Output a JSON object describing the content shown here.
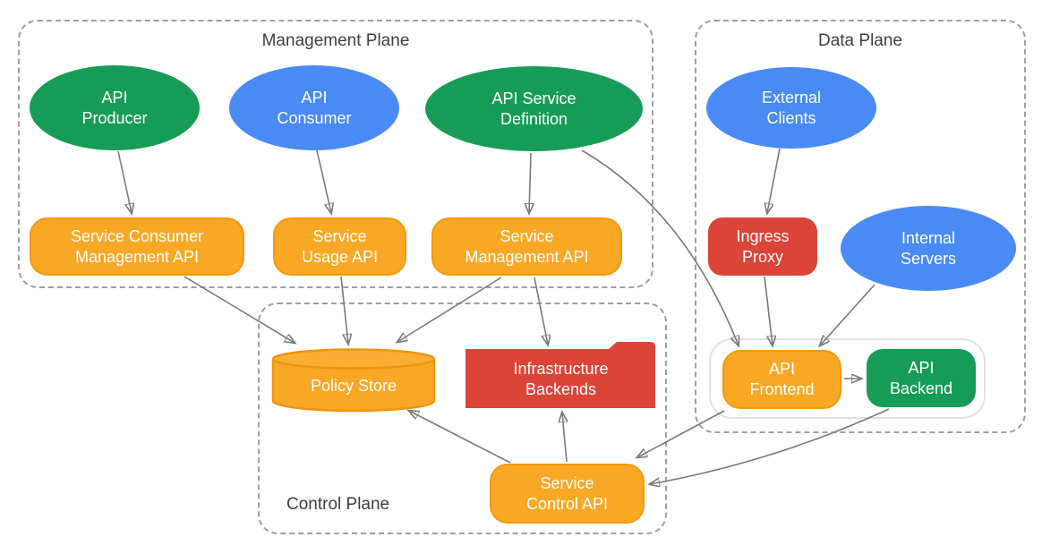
{
  "planes": {
    "management": {
      "label": "Management Plane"
    },
    "data": {
      "label": "Data Plane"
    },
    "control": {
      "label": "Control Plane"
    }
  },
  "nodes": {
    "api_producer": {
      "label": "API\nProducer",
      "shape": "ellipse",
      "color": "#169C56"
    },
    "api_consumer": {
      "label": "API\nConsumer",
      "shape": "ellipse",
      "color": "#4A8AF4"
    },
    "api_service_definition": {
      "label": "API Service\nDefinition",
      "shape": "ellipse",
      "color": "#169C56"
    },
    "external_clients": {
      "label": "External\nClients",
      "shape": "ellipse",
      "color": "#4A8AF4"
    },
    "internal_servers": {
      "label": "Internal\nServers",
      "shape": "ellipse",
      "color": "#4A8AF4"
    },
    "service_consumer_management_api": {
      "label": "Service Consumer\nManagement API",
      "shape": "rounded-rect",
      "color": "#F9A825"
    },
    "service_usage_api": {
      "label": "Service\nUsage API",
      "shape": "rounded-rect",
      "color": "#F9A825"
    },
    "service_management_api": {
      "label": "Service\nManagement API",
      "shape": "rounded-rect",
      "color": "#F9A825"
    },
    "ingress_proxy": {
      "label": "Ingress\nProxy",
      "shape": "rounded-rect",
      "color": "#DB4437"
    },
    "api_frontend": {
      "label": "API\nFrontend",
      "shape": "rounded-rect",
      "color": "#F9A825"
    },
    "api_backend": {
      "label": "API\nBackend",
      "shape": "rounded-rect",
      "color": "#169C56"
    },
    "policy_store": {
      "label": "Policy Store",
      "shape": "cylinder",
      "color": "#F9A825"
    },
    "infrastructure_backends": {
      "label": "Infrastructure\nBackends",
      "shape": "folder",
      "color": "#DB4437"
    },
    "service_control_api": {
      "label": "Service\nControl API",
      "shape": "rounded-rect",
      "color": "#F9A825"
    }
  },
  "edges": [
    {
      "from": "api-producer",
      "to": "service-consumer-management-api"
    },
    {
      "from": "api-consumer",
      "to": "service-usage-api"
    },
    {
      "from": "api-service-definition",
      "to": "service-management-api"
    },
    {
      "from": "api-service-definition",
      "to": "api-frontend"
    },
    {
      "from": "external-clients",
      "to": "ingress-proxy"
    },
    {
      "from": "ingress-proxy",
      "to": "api-frontend"
    },
    {
      "from": "internal-servers",
      "to": "api-frontend"
    },
    {
      "from": "api-frontend",
      "to": "api-backend"
    },
    {
      "from": "service-consumer-management-api",
      "to": "policy-store"
    },
    {
      "from": "service-usage-api",
      "to": "policy-store"
    },
    {
      "from": "service-management-api",
      "to": "policy-store"
    },
    {
      "from": "service-management-api",
      "to": "infrastructure-backends"
    },
    {
      "from": "service-control-api",
      "to": "policy-store"
    },
    {
      "from": "service-control-api",
      "to": "infrastructure-backends"
    },
    {
      "from": "api-frontend",
      "to": "service-control-api"
    },
    {
      "from": "api-backend",
      "to": "service-control-api"
    }
  ],
  "colors": {
    "green": "#169C56",
    "blue": "#4A8AF4",
    "orange": "#F9A825",
    "orange_border": "#F2990F",
    "red": "#DB4437",
    "arrow_line": "#7A7A7A",
    "arrow_head": "#646464",
    "dashed_border": "#9AA0A6",
    "container_border": "#DFE1E5",
    "title_text": "#3C4043",
    "node_text": "#FFFFFF",
    "background": "#FFFFFF"
  }
}
